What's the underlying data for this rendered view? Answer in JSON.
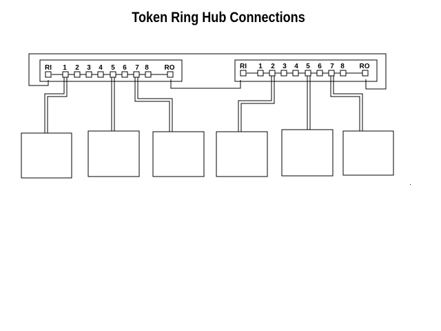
{
  "title": "Token Ring Hub Connections",
  "colors": {
    "line": "#000000",
    "background": "#ffffff"
  },
  "hubs": [
    {
      "ports": [
        "RI",
        "1",
        "2",
        "3",
        "4",
        "5",
        "6",
        "7",
        "8",
        "RO"
      ]
    },
    {
      "ports": [
        "RI",
        "1",
        "2",
        "3",
        "4",
        "5",
        "6",
        "7",
        "8",
        "RO"
      ]
    }
  ]
}
